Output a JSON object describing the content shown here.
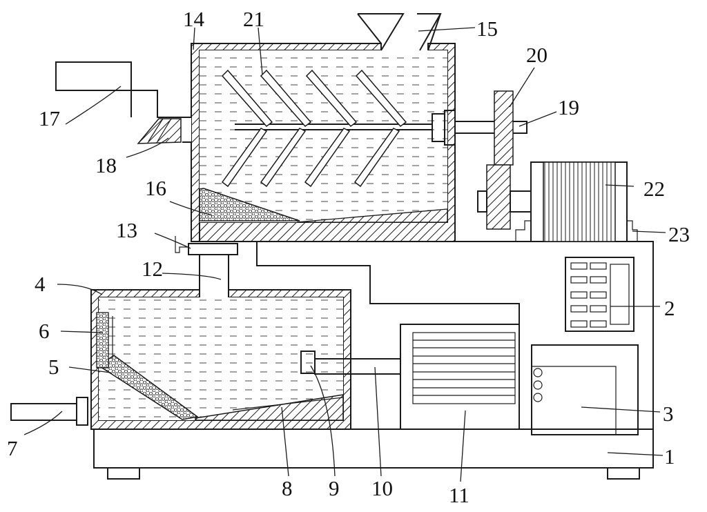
{
  "figure": {
    "kind": "patent-drawing",
    "style": "monochrome line art with hatched walls, dashed liquid and pebble filler",
    "colors": {
      "ink": "#1a1a1a",
      "background": "#ffffff"
    }
  },
  "labels": {
    "n1": "1",
    "n2": "2",
    "n3": "3",
    "n4": "4",
    "n5": "5",
    "n6": "6",
    "n7": "7",
    "n8": "8",
    "n9": "9",
    "n10": "10",
    "n11": "11",
    "n12": "12",
    "n13": "13",
    "n14": "14",
    "n15": "15",
    "n16": "16",
    "n17": "17",
    "n18": "18",
    "n19": "19",
    "n20": "20",
    "n21": "21",
    "n22": "22",
    "n23": "23"
  }
}
